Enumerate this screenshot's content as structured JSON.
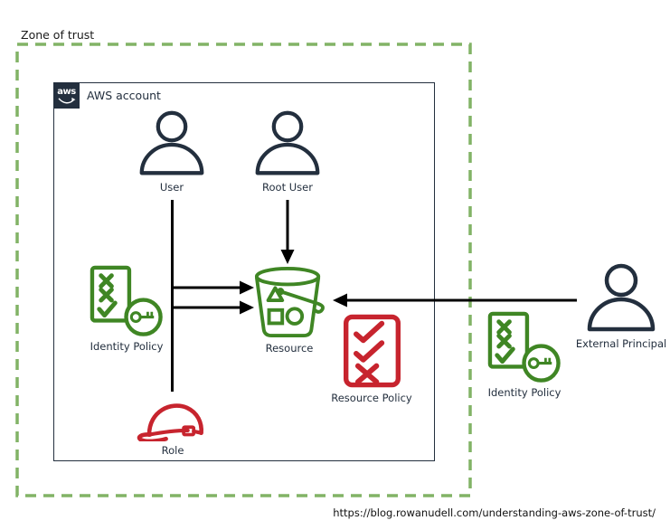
{
  "colors": {
    "navy": "#232f3e",
    "green": "#3f8624",
    "zone": "#82b366",
    "red": "#c7242e",
    "line": "#000000",
    "bg": "#ffffff"
  },
  "zone": {
    "label": "Zone of trust"
  },
  "account": {
    "label": "AWS account",
    "logo_text": "aws"
  },
  "nodes": {
    "user": {
      "label": "User"
    },
    "root_user": {
      "label": "Root User"
    },
    "identity_policy_internal": {
      "label": "Identity Policy"
    },
    "resource": {
      "label": "Resource"
    },
    "resource_policy": {
      "label": "Resource Policy"
    },
    "role": {
      "label": "Role"
    },
    "identity_policy_external": {
      "label": "Identity Policy"
    },
    "external_principal": {
      "label": "External Principal"
    }
  },
  "edges": [
    {
      "from": "User",
      "to": "Resource"
    },
    {
      "from": "Root User",
      "to": "Resource"
    },
    {
      "from": "Role",
      "to": "Resource"
    },
    {
      "from": "External Principal",
      "to": "Resource"
    }
  ],
  "footer": {
    "url": "https://blog.rowanudell.com/understanding-aws-zone-of-trust/"
  }
}
